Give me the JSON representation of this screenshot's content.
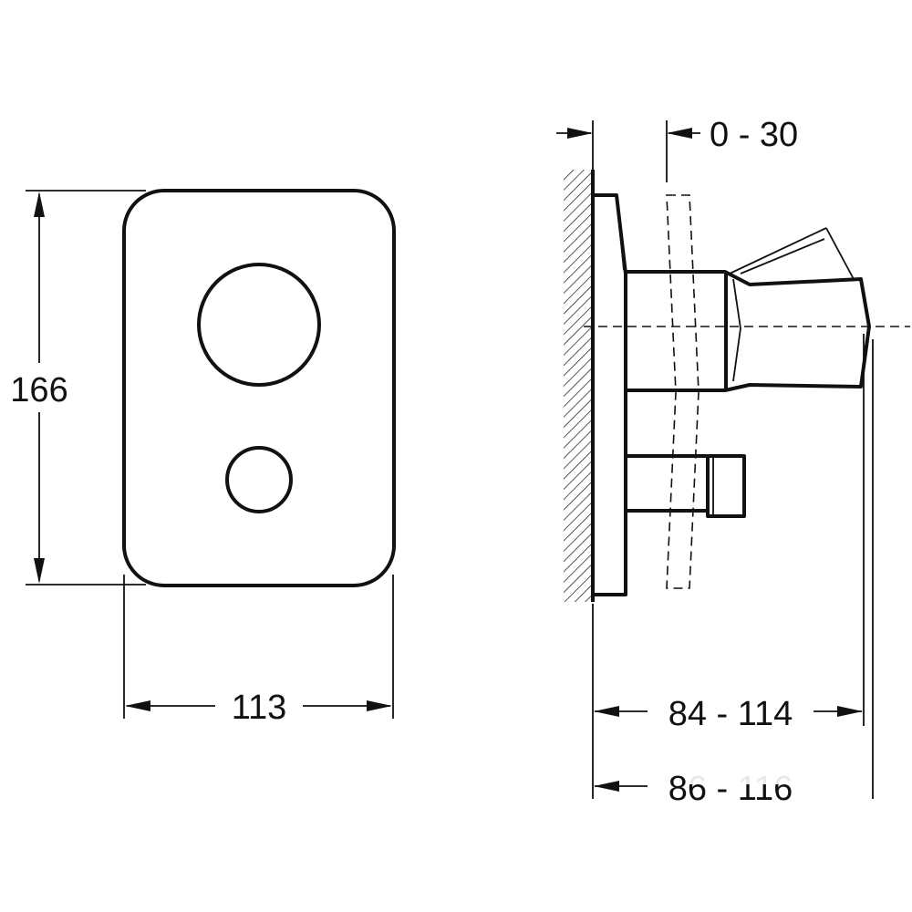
{
  "front_view": {
    "height_label": "166",
    "width_label": "113"
  },
  "side_view": {
    "adjustment_label": "0 - 30",
    "depth_label": "84 - 114",
    "depth_label_2": "86 - 116"
  },
  "colors": {
    "line": "#111111",
    "background": "#ffffff"
  }
}
